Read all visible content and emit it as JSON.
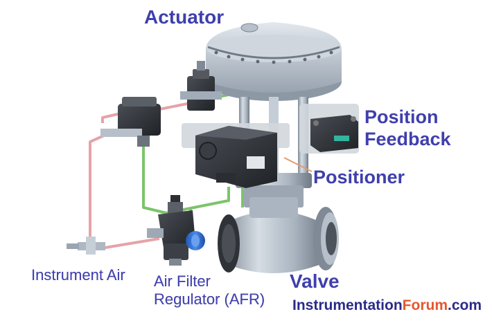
{
  "labels": {
    "actuator": "Actuator",
    "position_feedback_line1": "Position",
    "position_feedback_line2": "Feedback",
    "positioner": "Positioner",
    "instrument_air": "Instrument Air",
    "afr_line1": "Air Filter",
    "afr_line2": "Regulator (AFR)",
    "valve": "Valve"
  },
  "brand": {
    "part1": "Instrumentation",
    "part2": "Forum",
    "part3": ".com"
  },
  "colors": {
    "label_text": "#3f3fae",
    "brand_blue": "#2a2a8a",
    "brand_orange": "#e4572e",
    "air_tube": "#e6a3a8",
    "signal_tube": "#7cc46a",
    "metal": "#a9b4c0",
    "body_dark": "#2e3136",
    "regulator_knob": "#2f6fd0"
  }
}
